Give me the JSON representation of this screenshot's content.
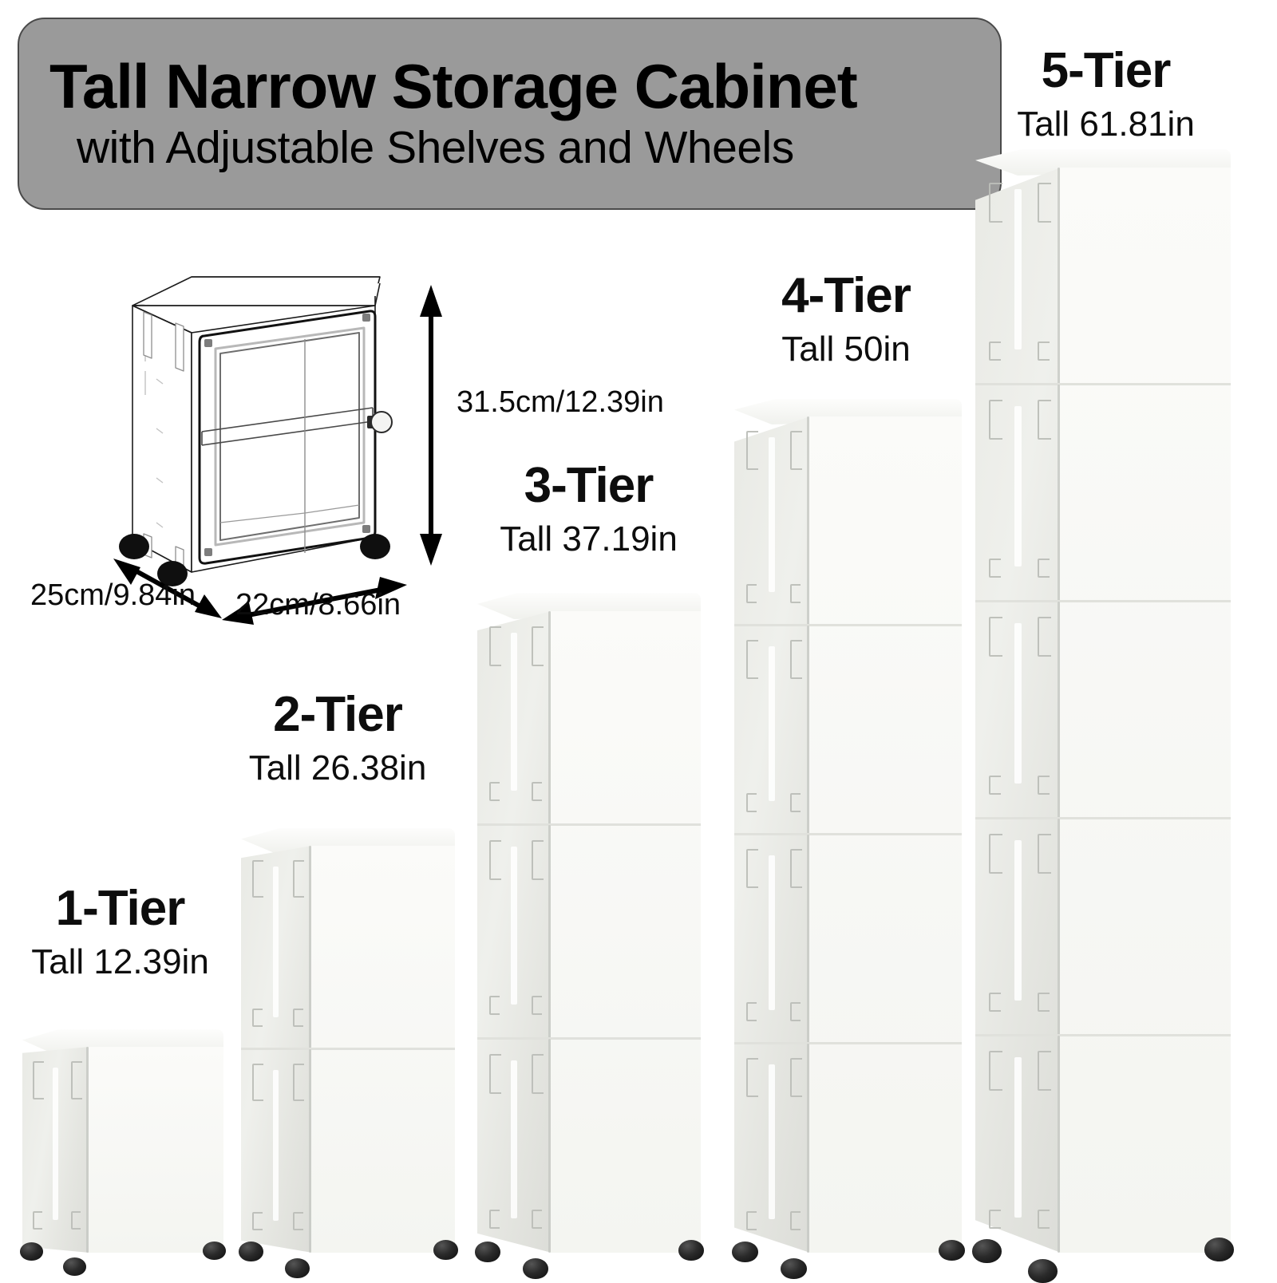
{
  "banner": {
    "title": "Tall Narrow Storage Cabinet",
    "subtitle": "with Adjustable Shelves and Wheels",
    "bg_color": "#9a9a9a"
  },
  "dimensions": {
    "height_label": "31.5cm/12.39in",
    "depth_label": "25cm/9.84in",
    "width_label": "22cm/8.66in"
  },
  "products": [
    {
      "tier_label": "1-Tier",
      "height_label": "Tall 12.39in",
      "tiers": 1
    },
    {
      "tier_label": "2-Tier",
      "height_label": "Tall 26.38in",
      "tiers": 2
    },
    {
      "tier_label": "3-Tier",
      "height_label": "Tall 37.19in",
      "tiers": 3
    },
    {
      "tier_label": "4-Tier",
      "height_label": "Tall 50in",
      "tiers": 4
    },
    {
      "tier_label": "5-Tier",
      "height_label": "Tall 61.81in",
      "tiers": 5
    }
  ],
  "colors": {
    "cabinet_body": "#f2f3ef",
    "door_tint": "#8a8c88",
    "caster": "#141414",
    "banner": "#9a9a9a"
  }
}
